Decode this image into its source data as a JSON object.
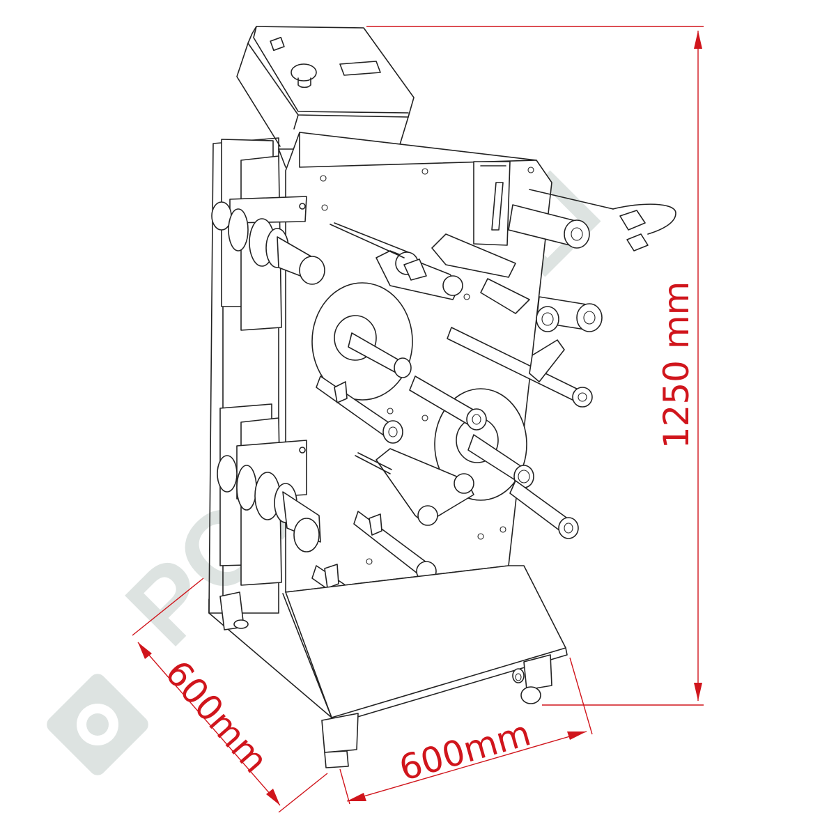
{
  "watermark": {
    "text": "POLSINELLI",
    "color": "#dde3e1"
  },
  "dimensions": {
    "height_label": "1250 mm",
    "depth_label": "600mm",
    "width_label": "600mm",
    "color": "#d0151c"
  }
}
